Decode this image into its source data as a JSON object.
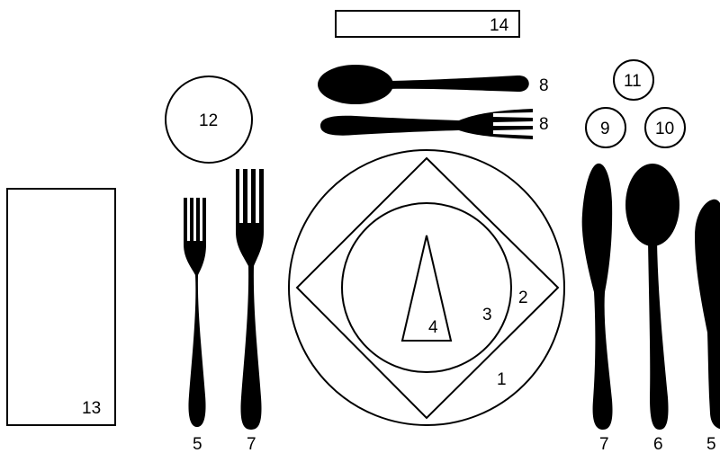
{
  "labels": {
    "plate": "1",
    "napkin": "2",
    "soup_bowl": "3",
    "folded_card": "4",
    "salad_fork": "5",
    "salad_knife": "5",
    "soup_spoon": "6",
    "dinner_fork": "7",
    "dinner_knife": "7",
    "dessert_spoon": "8",
    "dessert_fork": "8",
    "glass_left": "9",
    "glass_right": "10",
    "glass_top": "11",
    "bread_plate": "12",
    "napkin_rect": "13",
    "place_card": "14"
  },
  "colors": {
    "ink": "#000000",
    "background": "#ffffff"
  }
}
